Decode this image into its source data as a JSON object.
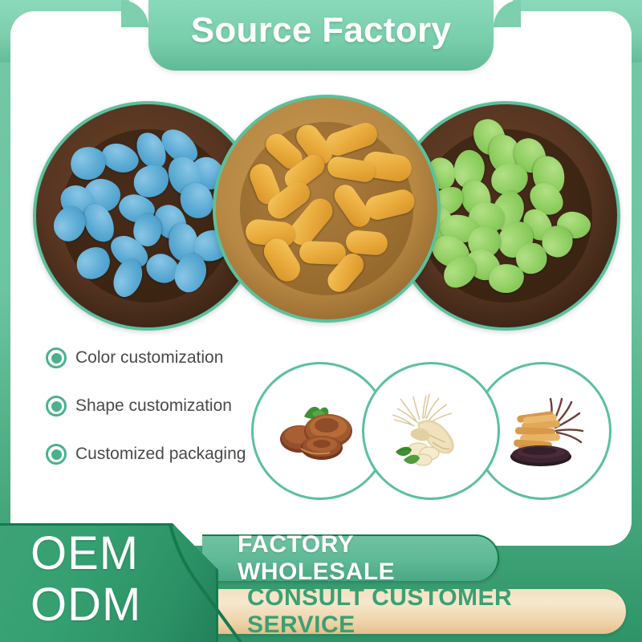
{
  "header": {
    "title": "Source Factory"
  },
  "products": {
    "bowls": [
      {
        "name": "blue-tablets-bowl",
        "pill_color": "#5aaad4",
        "bowl_color": "#573521",
        "shape": "oval-tablet"
      },
      {
        "name": "yellow-caplets-bowl",
        "pill_color": "#e8a93a",
        "bowl_color": "#b78843",
        "shape": "caplet"
      },
      {
        "name": "green-tablets-bowl",
        "pill_color": "#90cf62",
        "bowl_color": "#573521",
        "shape": "oval-tablet"
      }
    ]
  },
  "features": {
    "items": [
      {
        "label": "Color customization"
      },
      {
        "label": "Shape customization"
      },
      {
        "label": "Customized packaging"
      }
    ]
  },
  "ingredients": {
    "items": [
      {
        "name": "reishi-mushroom"
      },
      {
        "name": "ginseng-root"
      },
      {
        "name": "cordyceps"
      }
    ]
  },
  "footer": {
    "oem_line1": "OEM",
    "oem_line2": "ODM",
    "wholesale_label": "FACTORY WHOLESALE",
    "consult_label": "CONSULT CUSTOMER SERVICE"
  },
  "colors": {
    "brand_green": "#5cc09c",
    "deep_green": "#2c9266",
    "mint": "#8ad9bb",
    "cream": "#f0d9b2",
    "text_gray": "#4a4a4a"
  }
}
